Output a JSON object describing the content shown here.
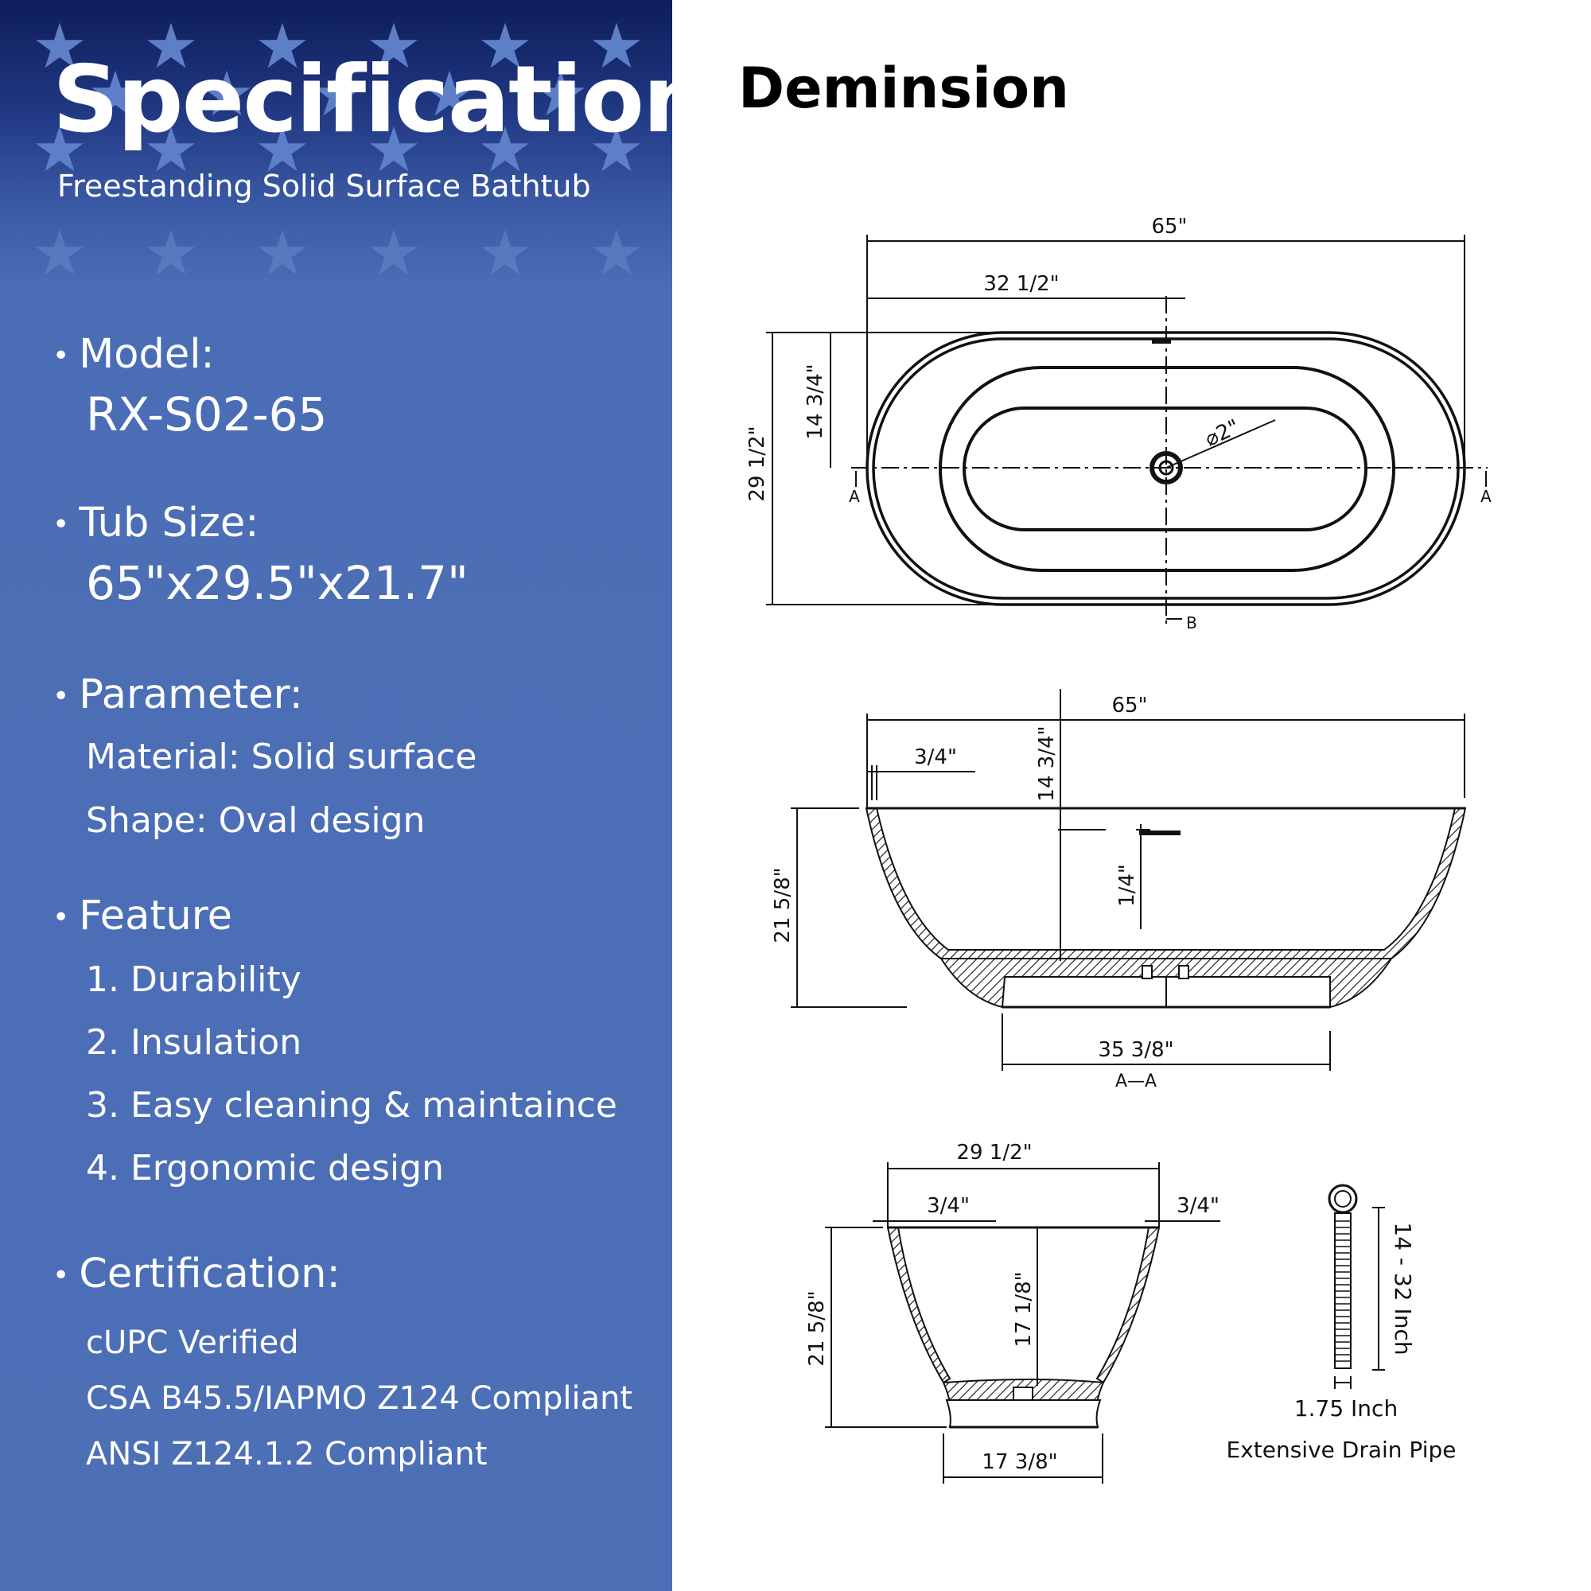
{
  "spec": {
    "title": "Specification",
    "subtitle": "Freestanding Solid Surface Bathtub",
    "model": {
      "label": "Model:",
      "value": "RX-S02-65"
    },
    "tub_size": {
      "label": "Tub Size:",
      "value": "65\"x29.5\"x21.7\""
    },
    "parameter": {
      "label": "Parameter:",
      "material": "Material: Solid surface",
      "shape": "Shape: Oval design"
    },
    "feature": {
      "label": "Feature",
      "items": [
        "1. Durability",
        "2. Insulation",
        "3. Easy cleaning & maintaince",
        "4. Ergonomic design"
      ]
    },
    "certification": {
      "label": "Certification:",
      "items": [
        "cUPC Verified",
        "CSA B45.5/IAPMO Z124 Compliant",
        "ANSI Z124.1.2 Compliant"
      ]
    }
  },
  "dimension": {
    "title": "Deminsion",
    "top_view": {
      "length": "65\"",
      "half_length": "32 1/2\"",
      "half_width": "14 3/4\"",
      "width": "29 1/2\"",
      "drain": "⌀2\"",
      "section_a": "A",
      "section_b": "B"
    },
    "side_section": {
      "length": "65\"",
      "rim": "3/4\"",
      "depth_to_drain": "14 3/4\"",
      "drain_offset": "1/4\"",
      "height": "21 5/8\"",
      "base": "35 3/8\"",
      "caption": "A—A"
    },
    "end_section": {
      "width": "29 1/2\"",
      "rim_left": "3/4\"",
      "rim_right": "3/4\"",
      "height": "21 5/8\"",
      "inner_depth": "17 1/8\"",
      "base": "17 3/8\""
    },
    "drain_pipe": {
      "length_range": "14 - 32 Inch",
      "diameter": "1.75 Inch",
      "caption": "Extensive Drain Pipe"
    }
  }
}
